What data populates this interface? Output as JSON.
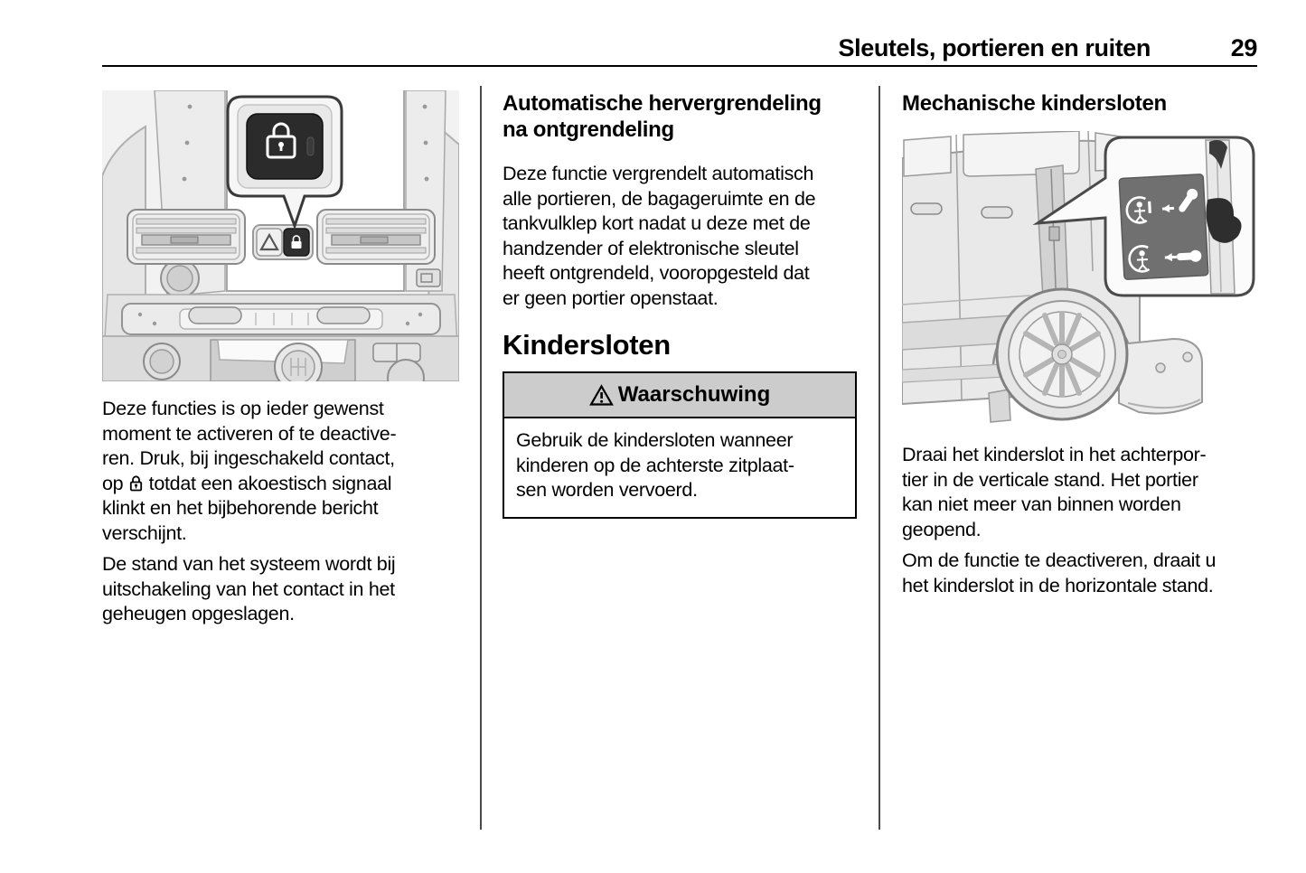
{
  "page": {
    "header": {
      "title": "Sleutels, portieren en ruiten",
      "page_number": "29"
    }
  },
  "left_column": {
    "para1_before_icon": "Deze functies is op ieder gewenst\nmoment te activeren of te deactive-\nren. Druk, bij ingeschakeld contact,\nop ",
    "para1_after_icon": " totdat een akoestisch signaal\nklinkt en het bijbehorende bericht\nverschijnt.",
    "para2": "De stand van het systeem wordt bij\nuitschakeling van het contact in het\ngeheugen opgeslagen."
  },
  "middle_column": {
    "heading": "Automatische hervergrendeling\nna ontgrendeling",
    "para1": "Deze functie vergrendelt automatisch\nalle portieren, de bagageruimte en de\ntankvulklep kort nadat u deze met de\nhandzender of elektronische sleutel\nheeft ontgrendeld, vooropgesteld dat\ner geen portier openstaat.",
    "section_heading": "Kindersloten",
    "warning": {
      "title": "Waarschuwing",
      "body": "Gebruik de kindersloten wanneer\nkinderen op de achterste zitplaat-\nsen worden vervoerd."
    }
  },
  "right_column": {
    "heading": "Mechanische kindersloten",
    "para1": "Draai het kinderslot in het achterpor-\ntier in de verticale stand. Het portier\nkan niet meer van binnen worden\ngeopend.",
    "para2": "Om de functie te deactiveren, draait u\nhet kinderslot in de horizontale stand."
  },
  "icons": {
    "lock_inline": "padlock-outline",
    "warning": "warning-triangle",
    "figure_left": "center-console-central-locking-button",
    "figure_right": "rear-door-child-lock"
  },
  "colors": {
    "text": "#000000",
    "warning_header_bg": "#cccccc",
    "separator": "#4a4a4a",
    "figure_line": "#8a8a8a",
    "dark_button": "#2b2b2b"
  }
}
